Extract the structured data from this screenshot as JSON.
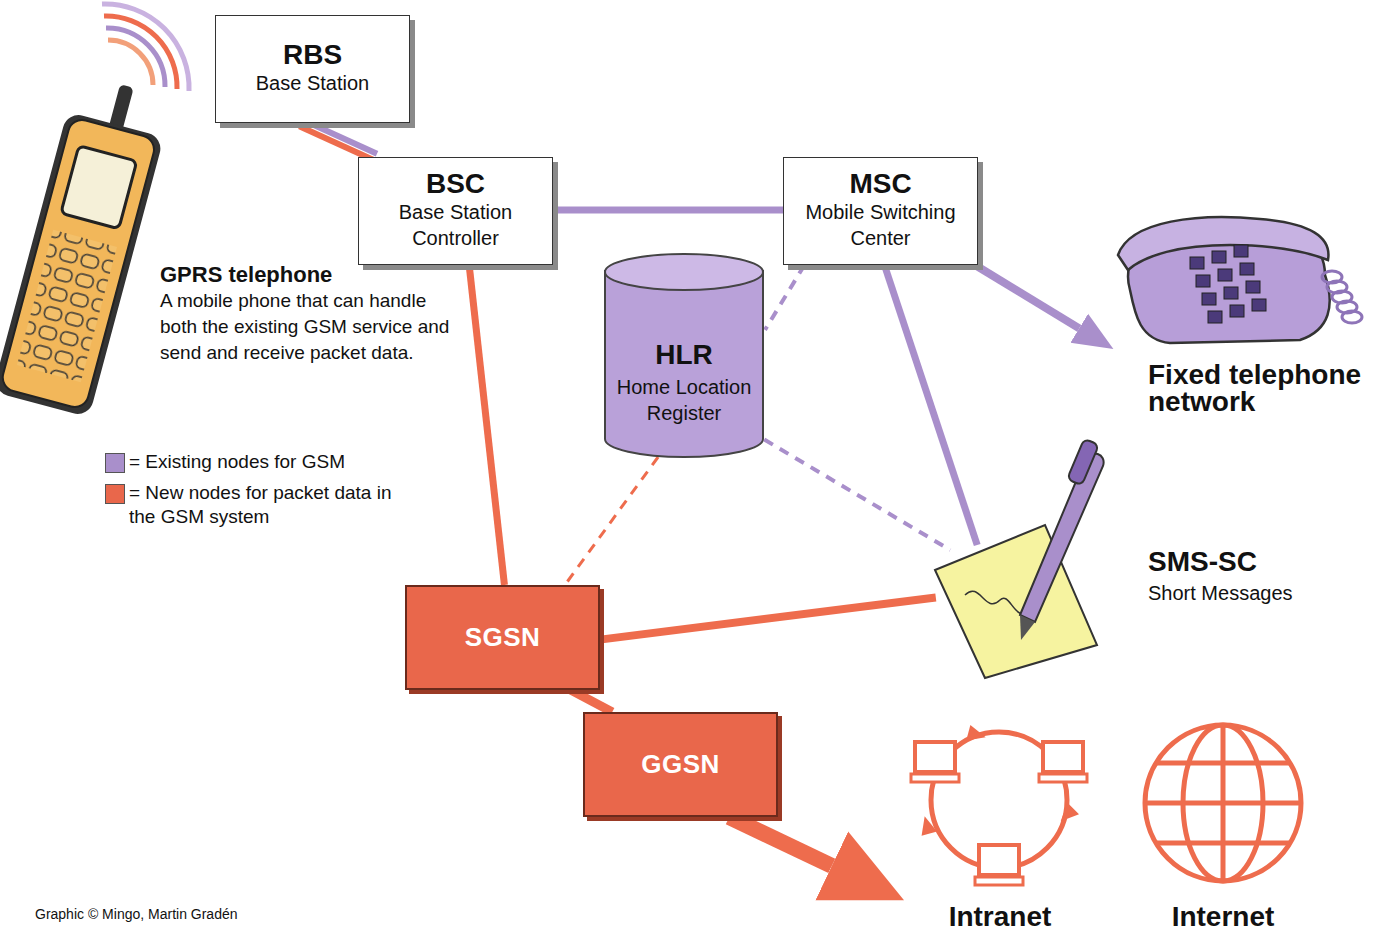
{
  "diagram": {
    "nodes": [
      {
        "text": [
          "RBS",
          "Base Station"
        ]
      },
      {
        "text": [
          "BSC",
          "Base Station Controller"
        ]
      },
      {
        "text": [
          "MSC",
          "Mobile Switching Center"
        ]
      },
      {
        "text": [
          "GPRS telephone",
          "A mobile phone that can handle both the existing GSM service and send and receive packet data."
        ]
      },
      {
        "text": [
          "HLR",
          "Home Location Register"
        ]
      },
      {
        "text": [
          "Fixed telephone network"
        ]
      },
      {
        "text": [
          "SMS-SC",
          "Short Messages"
        ]
      },
      {
        "text": [
          "SGSN"
        ]
      },
      {
        "text": [
          "GGSN"
        ]
      },
      {
        "text": [
          "Intranet"
        ]
      },
      {
        "text": [
          "Internet"
        ]
      }
    ],
    "edges": [
      {
        "from": 0,
        "to": 1,
        "arrow": "none"
      },
      {
        "from": 1,
        "to": 2,
        "arrow": "none"
      },
      {
        "from": 1,
        "to": 7,
        "arrow": "none"
      },
      {
        "from": 2,
        "to": 4,
        "arrow": "none"
      },
      {
        "from": 2,
        "to": 5,
        "arrow": "to"
      },
      {
        "from": 2,
        "to": 6,
        "arrow": "none"
      },
      {
        "from": 4,
        "to": 6,
        "arrow": "none"
      },
      {
        "from": 4,
        "to": 7,
        "arrow": "none"
      },
      {
        "from": 7,
        "to": 6,
        "arrow": "none"
      },
      {
        "from": 7,
        "to": 8,
        "arrow": "none"
      },
      {
        "from": 8,
        "to": 9,
        "arrow": "to"
      }
    ],
    "labels": [
      "Graphic © Mingo, Martin Gradén"
    ],
    "legend": [
      {
        "text": "= Existing nodes for GSM",
        "color": "#a98fcb"
      },
      {
        "text": "= New nodes for packet data in the GSM system",
        "color": "#e9674b"
      }
    ]
  }
}
